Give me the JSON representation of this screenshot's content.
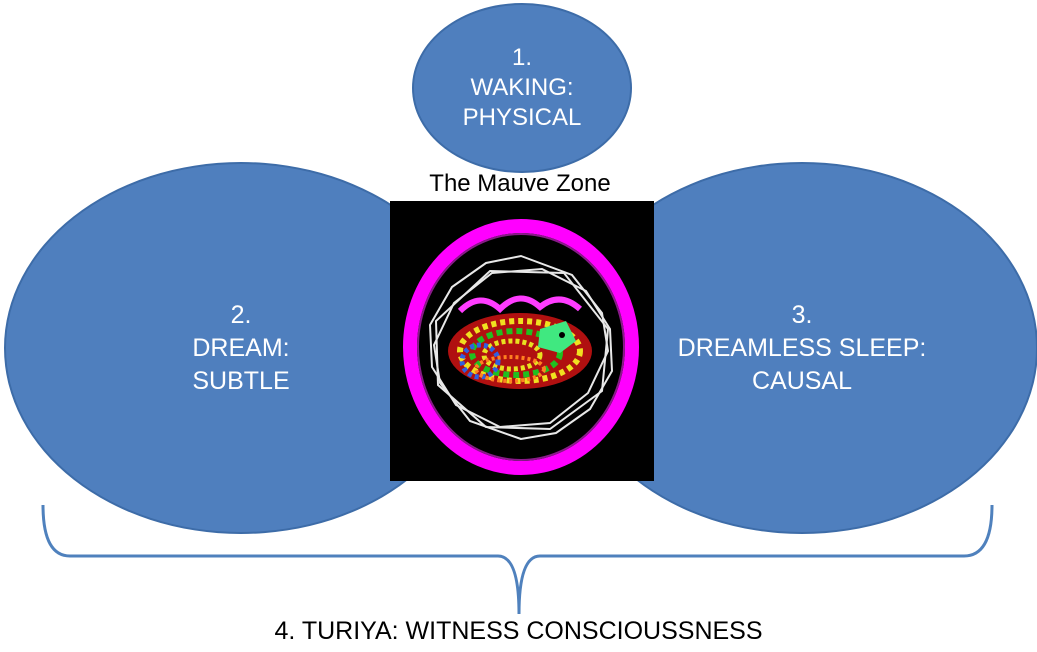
{
  "waking": {
    "number": "1.",
    "title": "WAKING:",
    "subtitle": "PHYSICAL"
  },
  "dream": {
    "number": "2.",
    "title": "DREAM:",
    "subtitle": "SUBTLE"
  },
  "sleep": {
    "number": "3.",
    "title": "DREAMLESS SLEEP:",
    "subtitle": "CAUSAL"
  },
  "center": {
    "caption": "The Mauve Zone"
  },
  "turiya": {
    "label": "4. TURIYA: WITNESS CONSCIOUSSNESS"
  },
  "colors": {
    "ellipse_fill": "#4f7fbe",
    "ellipse_border": "#3d6ca8",
    "brace": "#4f81bd",
    "ring": "#ff00ff"
  }
}
